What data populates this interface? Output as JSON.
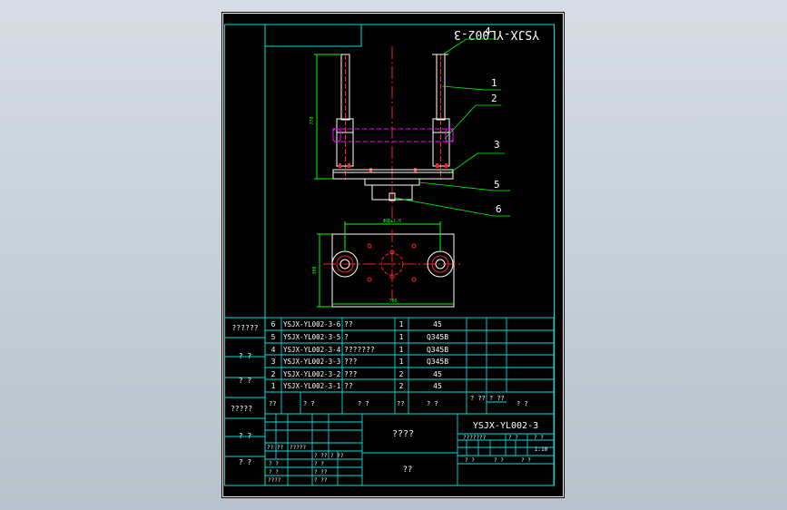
{
  "colors": {
    "frame": "#00e0e0",
    "outline": "#ffffff",
    "annot": "#00ff00",
    "center": "#ff2020",
    "hidden": "#ff00ff",
    "sheet": "#000000",
    "bg": "#c9d3dc"
  },
  "drawing": {
    "title_mirrored": "YSJX-YL002-3",
    "dim_height": "770",
    "dim_hole_spacing": "Φ端±1.0",
    "dim_base_height": "300",
    "dim_base_width": "700",
    "callouts": [
      "4",
      "1",
      "2",
      "3",
      "5",
      "6"
    ]
  },
  "parts_list": {
    "rows": [
      {
        "no": "6",
        "code": "YSJX-YL002-3-6",
        "name": "??",
        "qty": "1",
        "material": "45"
      },
      {
        "no": "5",
        "code": "YSJX-YL002-3-5",
        "name": "?",
        "qty": "1",
        "material": "Q345B"
      },
      {
        "no": "4",
        "code": "YSJX-YL002-3-4",
        "name": "???????",
        "qty": "1",
        "material": "Q345B"
      },
      {
        "no": "3",
        "code": "YSJX-YL002-3-3",
        "name": "???",
        "qty": "1",
        "material": "Q345B"
      },
      {
        "no": "2",
        "code": "YSJX-YL002-3-2",
        "name": "???",
        "qty": "2",
        "material": "45"
      },
      {
        "no": "1",
        "code": "YSJX-YL002-3-1",
        "name": "??",
        "qty": "2",
        "material": "45"
      }
    ],
    "header": {
      "c1": "??",
      "c2": "?  ?",
      "c3": "?  ?",
      "c4": "??",
      "c5": "?  ?",
      "c6": "? ??",
      "c7": "? ??",
      "c8": "?  ?"
    }
  },
  "side_column": [
    "??????",
    "?  ?",
    "?  ?",
    "?????",
    "?  ?",
    "?  ?"
  ],
  "title_block": {
    "drawing_no": "YSJX-YL002-3",
    "name": "????",
    "company": "??",
    "stage_labels": [
      "???????",
      "?  ?",
      "?  ?"
    ],
    "scale": "1:10",
    "sheet_labels": [
      "?  ?",
      "?  ?",
      "?  ?"
    ],
    "sign_rows": [
      "?? ??",
      "?????",
      "?  ?",
      "?  ?",
      "????"
    ],
    "sign_rows_right": [
      "? ??",
      "?  ?",
      "? ??",
      "? ??",
      "? ??"
    ]
  }
}
